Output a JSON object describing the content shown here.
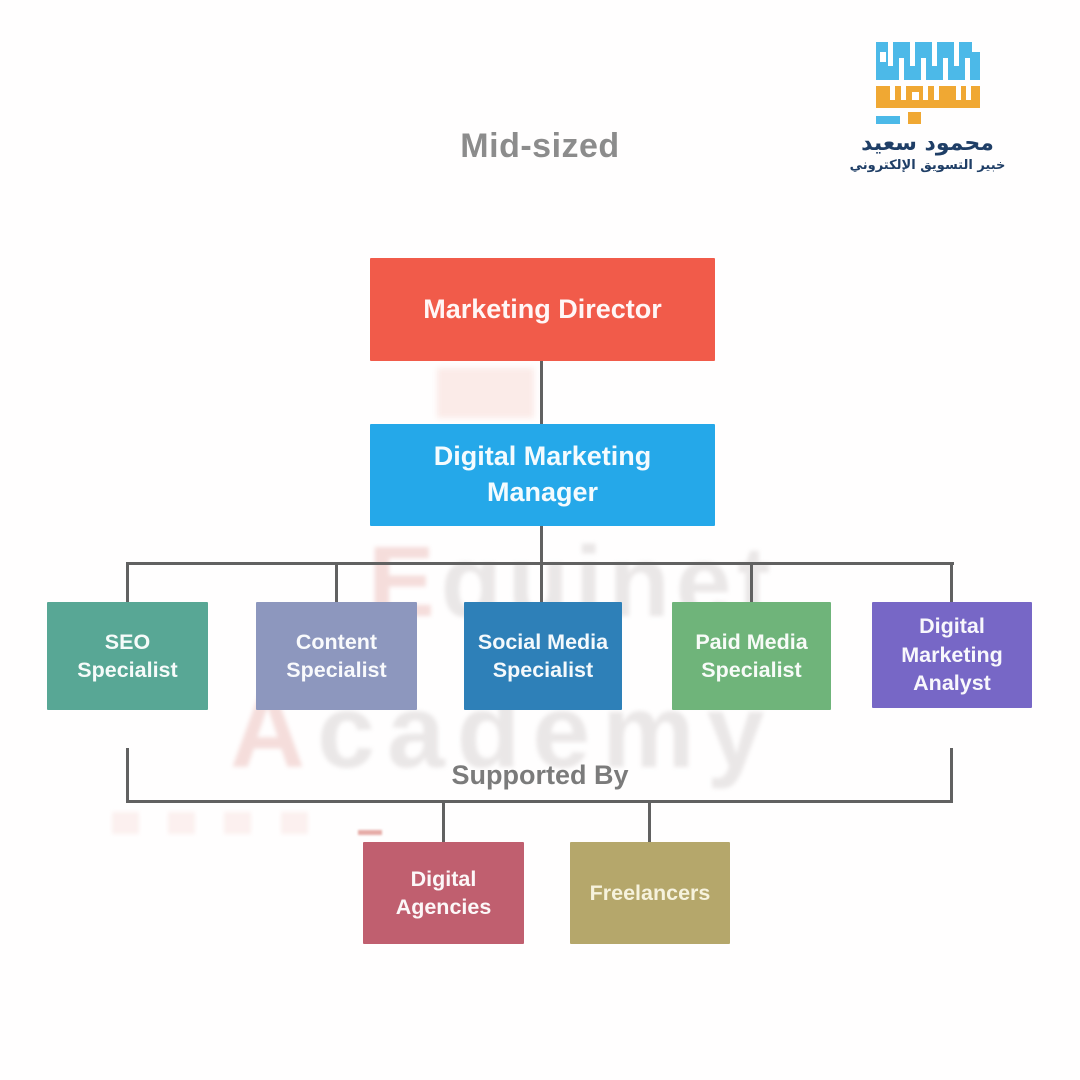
{
  "title": "Mid-sized",
  "logo": {
    "name_ar": "محمود سعيد",
    "tagline_ar": "خبير التسويق الإلكتروني",
    "colors": {
      "blue": "#4cb9e8",
      "yellow": "#f0a833",
      "navy": "#1f3e66"
    }
  },
  "watermark": {
    "line1_cap": "E",
    "line1_rest": "quinet",
    "line2_cap": "A",
    "line2_rest": "cademy"
  },
  "chart": {
    "line_color": "#616161",
    "root": {
      "label": "Marketing Director",
      "color": "#f15b4a"
    },
    "manager": {
      "label": "Digital Marketing Manager",
      "color": "#25a8e9"
    },
    "specialists": [
      {
        "label": "SEO Specialist",
        "color": "#58a795"
      },
      {
        "label": "Content Specialist",
        "color": "#8d97be"
      },
      {
        "label": "Social Media Specialist",
        "color": "#2e80b8"
      },
      {
        "label": "Paid Media Specialist",
        "color": "#6fb47a"
      },
      {
        "label": "Digital Marketing Analyst",
        "color": "#7767c6"
      }
    ],
    "supported_by_label": "Supported By",
    "supporters": [
      {
        "label": "Digital Agencies",
        "color": "#c05f6f"
      },
      {
        "label": "Freelancers",
        "color": "#b5a76b"
      }
    ]
  }
}
